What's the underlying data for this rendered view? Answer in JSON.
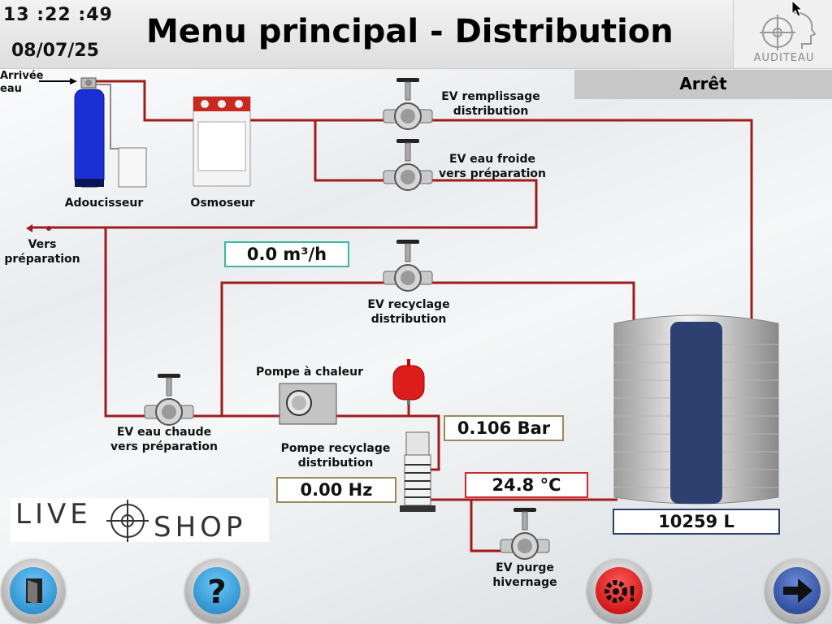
{
  "header": {
    "time_h": "13",
    "time_m": ":22",
    "time_s": ":49",
    "date": "08/07/25",
    "title": "Menu principal - Distribution",
    "logo_text": "AUDITEAU"
  },
  "status": "Arrêt",
  "labels": {
    "arrivee_eau": "Arrivée\neau",
    "adoucisseur": "Adoucisseur",
    "osmoseur": "Osmoseur",
    "vers_preparation": "Vers\npréparation",
    "ev_remplissage": "EV remplissage\ndistribution",
    "ev_eau_froide": "EV eau froide\nvers préparation",
    "ev_recyclage": "EV recyclage\ndistribution",
    "pompe_chaleur": "Pompe à chaleur",
    "ev_eau_chaude": "EV eau chaude\nvers préparation",
    "pompe_recyclage": "Pompe recyclage\ndistribution",
    "ev_purge": "EV purge\nhivernage"
  },
  "values": {
    "flow": "0.0 m³/h",
    "pressure": "0.106 Bar",
    "frequency": "0.00 Hz",
    "temperature": "24.8 °C",
    "volume": "10259 L"
  },
  "brand": {
    "live": "LIVE",
    "shop": "SHOP"
  },
  "colors": {
    "pipe": "#a01c1c",
    "tank_core": "#2d4170",
    "flow_border": "#3cb8a0",
    "pressure_border": "#9a8a5a",
    "temp_border": "#cc2a2a",
    "volume_border": "#2d4170"
  },
  "buttons": {
    "left": "door-exit-icon",
    "help": "help-question-icon",
    "alarm": "gear-alarm-icon",
    "next": "arrow-right-icon"
  }
}
